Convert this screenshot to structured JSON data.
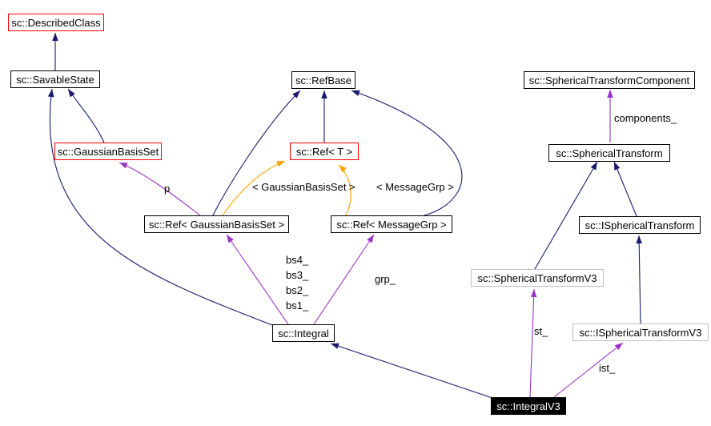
{
  "diagram": {
    "type": "class-collaboration-graph",
    "colors": {
      "background": "#ffffff",
      "text": "#000000",
      "box_border": "#000000",
      "highlight_border": "#ff0000",
      "undocumented_border": "#bfbfbf",
      "current_bg": "#000000",
      "current_text": "#ffffff",
      "inheritance_edge": "#191970",
      "usage_edge": "#9a32cd",
      "template_edge": "#ffa500"
    },
    "nodes": {
      "described_class": {
        "label": "sc::DescribedClass"
      },
      "savable_state": {
        "label": "sc::SavableState"
      },
      "gaussian_basis_set": {
        "label": "sc::GaussianBasisSet"
      },
      "ref_base": {
        "label": "sc::RefBase"
      },
      "ref_t": {
        "label": "sc::Ref< T >"
      },
      "ref_gaussian_basis_set": {
        "label": "sc::Ref< GaussianBasisSet >"
      },
      "ref_message_grp": {
        "label": "sc::Ref< MessageGrp >"
      },
      "spherical_transform_component": {
        "label": "sc::SphericalTransformComponent"
      },
      "spherical_transform": {
        "label": "sc::SphericalTransform"
      },
      "i_spherical_transform": {
        "label": "sc::ISphericalTransform"
      },
      "spherical_transform_v3": {
        "label": "sc::SphericalTransformV3"
      },
      "i_spherical_transform_v3": {
        "label": "sc::ISphericalTransformV3"
      },
      "integral": {
        "label": "sc::Integral"
      },
      "integral_v3": {
        "label": "sc::IntegralV3"
      }
    },
    "edge_labels": {
      "p": "p",
      "template_gbs": "< GaussianBasisSet >",
      "template_mg": "< MessageGrp >",
      "components": "components_",
      "bs4": "bs4_",
      "bs3": "bs3_",
      "bs2": "bs2_",
      "bs1": "bs1_",
      "grp": "grp_",
      "st": "st_",
      "ist": "ist_"
    }
  }
}
